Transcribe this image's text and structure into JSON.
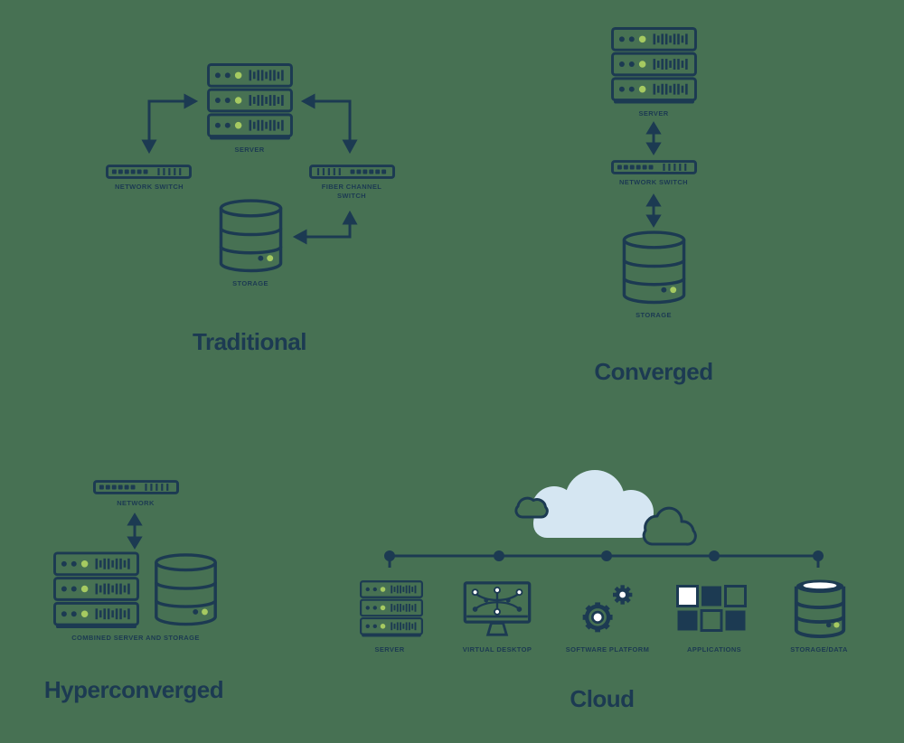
{
  "colors": {
    "background": "#477153",
    "ink": "#1c3a52",
    "accent_green": "#a6ca61",
    "cloud_fill": "#d5e6f2",
    "white": "#ffffff"
  },
  "icons": {
    "server-icon": "three-unit-rack",
    "network-switch-icon": "switch-bar-ports-left",
    "fiber-channel-switch-icon": "switch-bar-ports-right",
    "storage-icon": "database-cylinder",
    "storage-data-icon": "database-cylinder-filled-top",
    "cloud-icon": "cloud-shapes",
    "virtual-desktop-icon": "monitor-with-network",
    "software-platform-icon": "two-gears",
    "applications-icon": "grid-of-squares",
    "double-arrow-icon": "bidirectional-arrow",
    "elbow-arrow-icon": "bidirectional-elbow-arrow"
  },
  "sections": {
    "traditional": {
      "title": "Traditional",
      "labels": {
        "server": "SERVER",
        "network_switch": "NETWORK SWITCH",
        "fiber_channel_switch": "FIBER CHANNEL SWITCH",
        "storage": "STORAGE"
      }
    },
    "converged": {
      "title": "Converged",
      "labels": {
        "server": "SERVER",
        "network_switch": "NETWORK SWITCH",
        "storage": "STORAGE"
      }
    },
    "hyperconverged": {
      "title": "Hyperconverged",
      "labels": {
        "network": "NETWORK",
        "combined": "COMBINED SERVER AND STORAGE"
      }
    },
    "cloud": {
      "title": "Cloud",
      "labels": {
        "server": "SERVER",
        "virtual_desktop": "VIRTUAL DESKTOP",
        "software_platform": "SOFTWARE PLATFORM",
        "applications": "APPLICATIONS",
        "storage_data": "STORAGE/DATA"
      }
    }
  }
}
